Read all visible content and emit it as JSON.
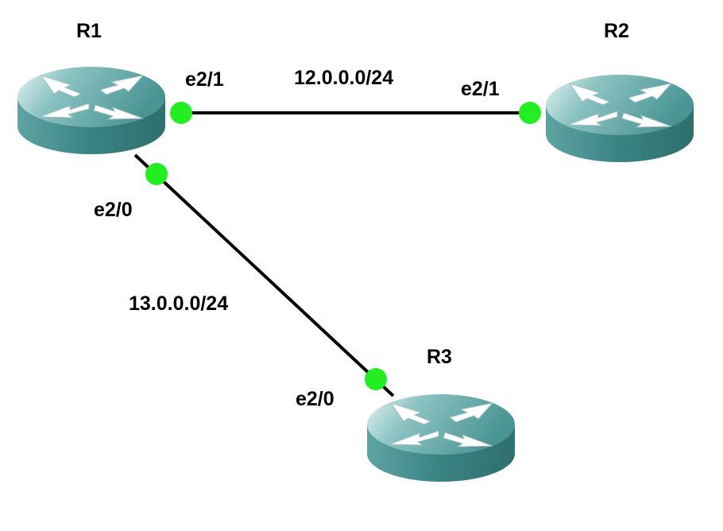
{
  "routers": [
    {
      "id": "R1",
      "label": "R1"
    },
    {
      "id": "R2",
      "label": "R2"
    },
    {
      "id": "R3",
      "label": "R3"
    }
  ],
  "links": [
    {
      "from": "R1",
      "to": "R2",
      "network": "12.0.0.0/24",
      "from_interface": "e2/1",
      "to_interface": "e2/1"
    },
    {
      "from": "R1",
      "to": "R3",
      "network": "13.0.0.0/24",
      "from_interface": "e2/0",
      "to_interface": "e2/0"
    }
  ],
  "colors": {
    "router_body": "#3f8a8a",
    "router_top": "#6fb3b3",
    "router_highlight": "#d4ecec",
    "link_line": "#000000",
    "interface_dot": "#22ee22",
    "background": "#ffffff"
  },
  "icons": {
    "router": "router-icon",
    "interface": "interface-dot"
  }
}
